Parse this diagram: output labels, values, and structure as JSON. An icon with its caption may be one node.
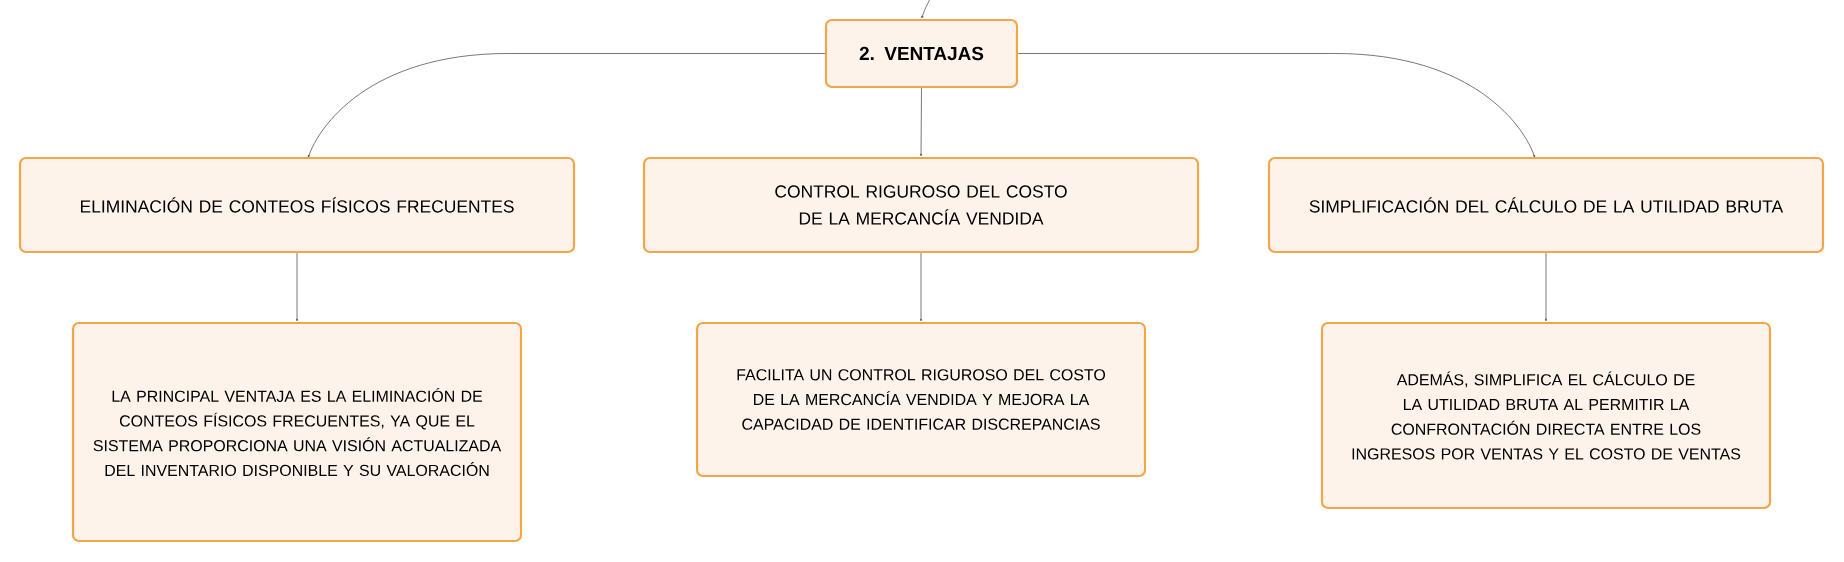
{
  "diagram": {
    "nodes": [
      {
        "text": [
          "2. VENTAJAS"
        ]
      },
      {
        "text": [
          "ELIMINACIÓN DE CONTEOS FÍSICOS FRECUENTES"
        ]
      },
      {
        "text": [
          "CONTROL RIGUROSO DEL COSTO DE LA MERCANCÍA VENDIDA"
        ]
      },
      {
        "text": [
          "SIMPLIFICACIÓN DEL CÁLCULO DE LA UTILIDAD BRUTA"
        ]
      },
      {
        "text": [
          "LA PRINCIPAL VENTAJA ES LA ELIMINACIÓN DE CONTEOS FÍSICOS FRECUENTES, YA QUE EL SISTEMA PROPORCIONA UNA VISIÓN ACTUALIZADA DEL INVENTARIO DISPONIBLE Y SU VALORACIÓN"
        ]
      },
      {
        "text": [
          "FACILITA UN CONTROL RIGUROSO DEL COSTO DE LA MERCANCÍA VENDIDA Y MEJORA LA CAPACIDAD DE IDENTIFICAR DISCREPANCIAS"
        ]
      },
      {
        "text": [
          "ADEMÁS, SIMPLIFICA EL CÁLCULO DE LA UTILIDAD BRUTA AL PERMITIR LA CONFRONTACIÓN DIRECTA ENTRE LOS INGRESOS POR VENTAS Y EL COSTO DE VENTAS"
        ]
      }
    ],
    "edges": [
      {
        "from": null,
        "to": 0,
        "arrow": "to"
      },
      {
        "from": 0,
        "to": 1,
        "arrow": "to"
      },
      {
        "from": 0,
        "to": 2,
        "arrow": "to"
      },
      {
        "from": 0,
        "to": 3,
        "arrow": "to"
      },
      {
        "from": 1,
        "to": 4,
        "arrow": "to"
      },
      {
        "from": 2,
        "to": 5,
        "arrow": "to"
      },
      {
        "from": 3,
        "to": 6,
        "arrow": "to"
      }
    ]
  }
}
